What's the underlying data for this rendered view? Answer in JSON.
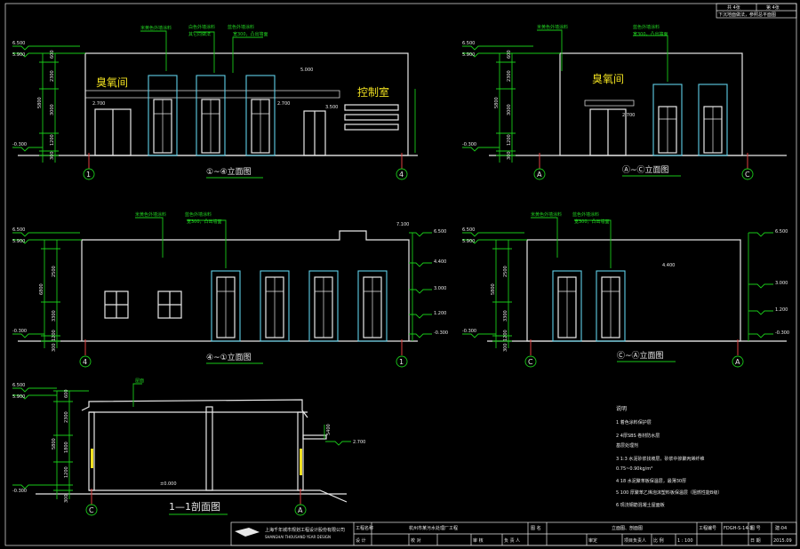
{
  "header_box": {
    "cell1": "共 4张",
    "cell2": "第 4张",
    "note": "下沉地面做法，参照总平面图"
  },
  "elev1": {
    "title": "①~④立面图",
    "room1": "臭氧间",
    "room2": "控制室",
    "note1": "米黄色外墙涂料",
    "note2": "白色外墙涂料",
    "note2b": "其它同做法",
    "note3": "蓝色外墙涂料",
    "note3b": "宽300，凸出墙面",
    "levels": [
      "6.500",
      "5.900",
      "-0.300",
      "2.700",
      "2.700",
      "5.000",
      "3.500"
    ],
    "dims": [
      "600",
      "2300",
      "3000",
      "1200",
      "300",
      "5800"
    ],
    "axes": [
      "1",
      "4"
    ]
  },
  "elev2": {
    "title": "Ⓐ~Ⓒ立面图",
    "room": "臭氧间",
    "note1": "米黄色外墙涂料",
    "note2": "蓝色外墙涂料",
    "note2b": "宽300，凸出墙面",
    "levels": [
      "6.500",
      "5.900",
      "-0.300",
      "2.700"
    ],
    "dims": [
      "600",
      "2300",
      "3000",
      "1200",
      "300",
      "5800"
    ],
    "axes": [
      "A",
      "C"
    ]
  },
  "elev3": {
    "title": "④~①立面图",
    "note1": "米黄色外墙涂料",
    "note2": "蓝色外墙涂料",
    "note2b": "宽300，凸出墙面",
    "levels": [
      "6.500",
      "5.900",
      "-0.300",
      "7.100",
      "6.500",
      "4.400",
      "3.000",
      "1.200",
      "-0.300"
    ],
    "dims": [
      "2500",
      "3300",
      "1200",
      "300",
      "6800"
    ],
    "axes": [
      "4",
      "1"
    ]
  },
  "elev4": {
    "title": "Ⓒ~Ⓐ立面图",
    "note1": "米黄色外墙涂料",
    "note2": "蓝色外墙涂料",
    "note2b": "宽300，凸出墙面",
    "levels": [
      "6.500",
      "5.900",
      "-0.300",
      "4.400",
      "6.500",
      "3.000",
      "1.200",
      "-0.300"
    ],
    "dims": [
      "2500",
      "3300",
      "1200",
      "300",
      "5800"
    ],
    "axes": [
      "C",
      "A"
    ]
  },
  "section": {
    "title": "1—1剖面图",
    "roof_label": "屋面",
    "levels": [
      "6.500",
      "5.900",
      "-0.300",
      "2.700",
      "±0.000"
    ],
    "dims": [
      "600",
      "2300",
      "1800",
      "1200",
      "300",
      "5800",
      "5400"
    ],
    "axes": [
      "C",
      "A"
    ]
  },
  "notes": {
    "heading": "说明",
    "items": [
      "1  着色涂料保护层",
      "2  4厚SBS 卷材防水层",
      "    基层处理剂",
      "3  1:3 水泥砂浆找坡层，砂浆中掺聚丙烯纤维",
      "    0.75~0.90kg/m³",
      "4  18 水泥聚苯板保温层，最薄30厚",
      "5  100 厚聚苯乙烯泡沫塑料板保温层（阻燃性能B级）",
      "6  现浇钢筋混凝土屋面板"
    ]
  },
  "title_block": {
    "company_cn": "上海千年城市规划工程设计股份有限公司",
    "company_en": "SHANGHAI THOUSAND YEAR DESIGN",
    "row1": [
      "工程名称",
      "杭州市某污水处理厂工程",
      "图 名",
      "立面图、剖面图",
      "工程编号",
      "FDGH-S-14-3",
      "图 号",
      "建-04"
    ],
    "row2": [
      "设 计",
      "校 对",
      "审 核",
      "负 责 人",
      "审定",
      "项目负责人",
      "比 例",
      "1 : 100",
      "日 期",
      "2015.09"
    ]
  }
}
